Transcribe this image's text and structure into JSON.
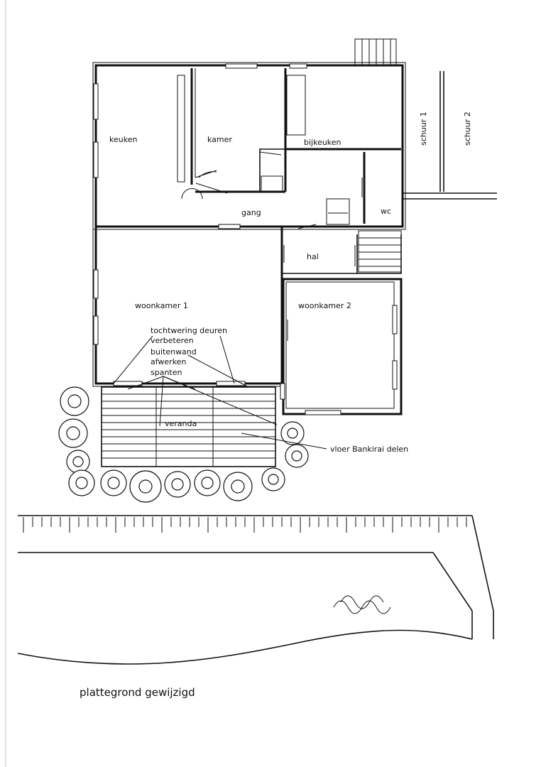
{
  "rooms": {
    "keuken": "keuken",
    "kamer": "kamer",
    "bijkeuken": "bijkeuken",
    "gang": "gang",
    "wc": "wc",
    "hal": "hal",
    "woonkamer1": "woonkamer 1",
    "woonkamer2": "woonkamer 2",
    "schuur1": "schuur 1",
    "schuur2": "schuur 2",
    "veranda": "veranda"
  },
  "annotations": {
    "tochtwering_line1": "tochtwering deuren",
    "tochtwering_line2": "verbeteren",
    "buitenwand_line1": "buitenwand",
    "buitenwand_line2": "afwerken",
    "spanten": "spanten",
    "vloer": "vloer Bankirai delen"
  },
  "caption": "plattegrond gewijzigd"
}
